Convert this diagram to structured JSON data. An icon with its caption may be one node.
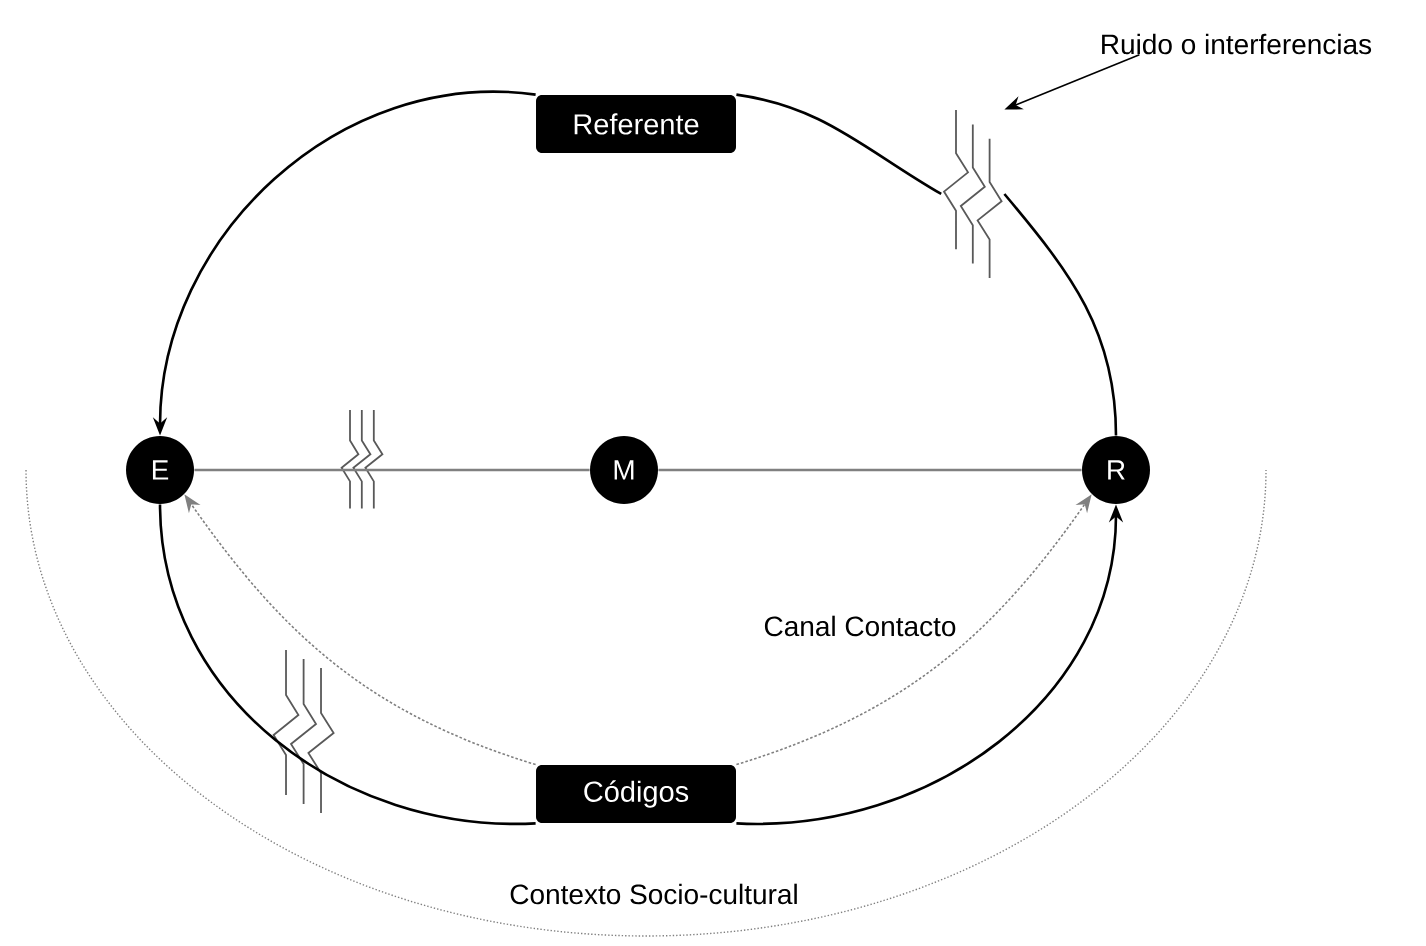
{
  "diagram": {
    "nodes": [
      {
        "text": [
          "Ruido o interferencias"
        ]
      },
      {
        "text": [
          "Referente"
        ]
      },
      {
        "text": [
          "E"
        ]
      },
      {
        "text": [
          "M"
        ]
      },
      {
        "text": [
          "R"
        ]
      },
      {
        "text": [
          "Códigos"
        ]
      },
      {
        "text": [],
        "shape": "zigzag"
      }
    ],
    "edges": [
      {
        "from": 4,
        "to": 6,
        "arrow": "none"
      },
      {
        "from": 6,
        "to": 1,
        "arrow": "none"
      },
      {
        "from": 1,
        "to": 2,
        "arrow": "to"
      },
      {
        "from": 2,
        "to": 3,
        "arrow": "none",
        "color": "#808080"
      },
      {
        "from": 3,
        "to": 4,
        "arrow": "none",
        "color": "#808080"
      },
      {
        "from": 2,
        "to": 5,
        "arrow": "none"
      },
      {
        "from": 5,
        "to": 4,
        "arrow": "to"
      },
      {
        "from": 5,
        "to": 2,
        "arrow": "to",
        "style": "dashed",
        "color": "#808080"
      },
      {
        "from": 5,
        "to": 4,
        "arrow": "to",
        "style": "dashed",
        "color": "#808080"
      },
      {
        "from": 0,
        "to": 6,
        "arrow": "to"
      }
    ],
    "labels": [
      "Canal Contacto",
      "Contexto Socio-cultural"
    ]
  }
}
